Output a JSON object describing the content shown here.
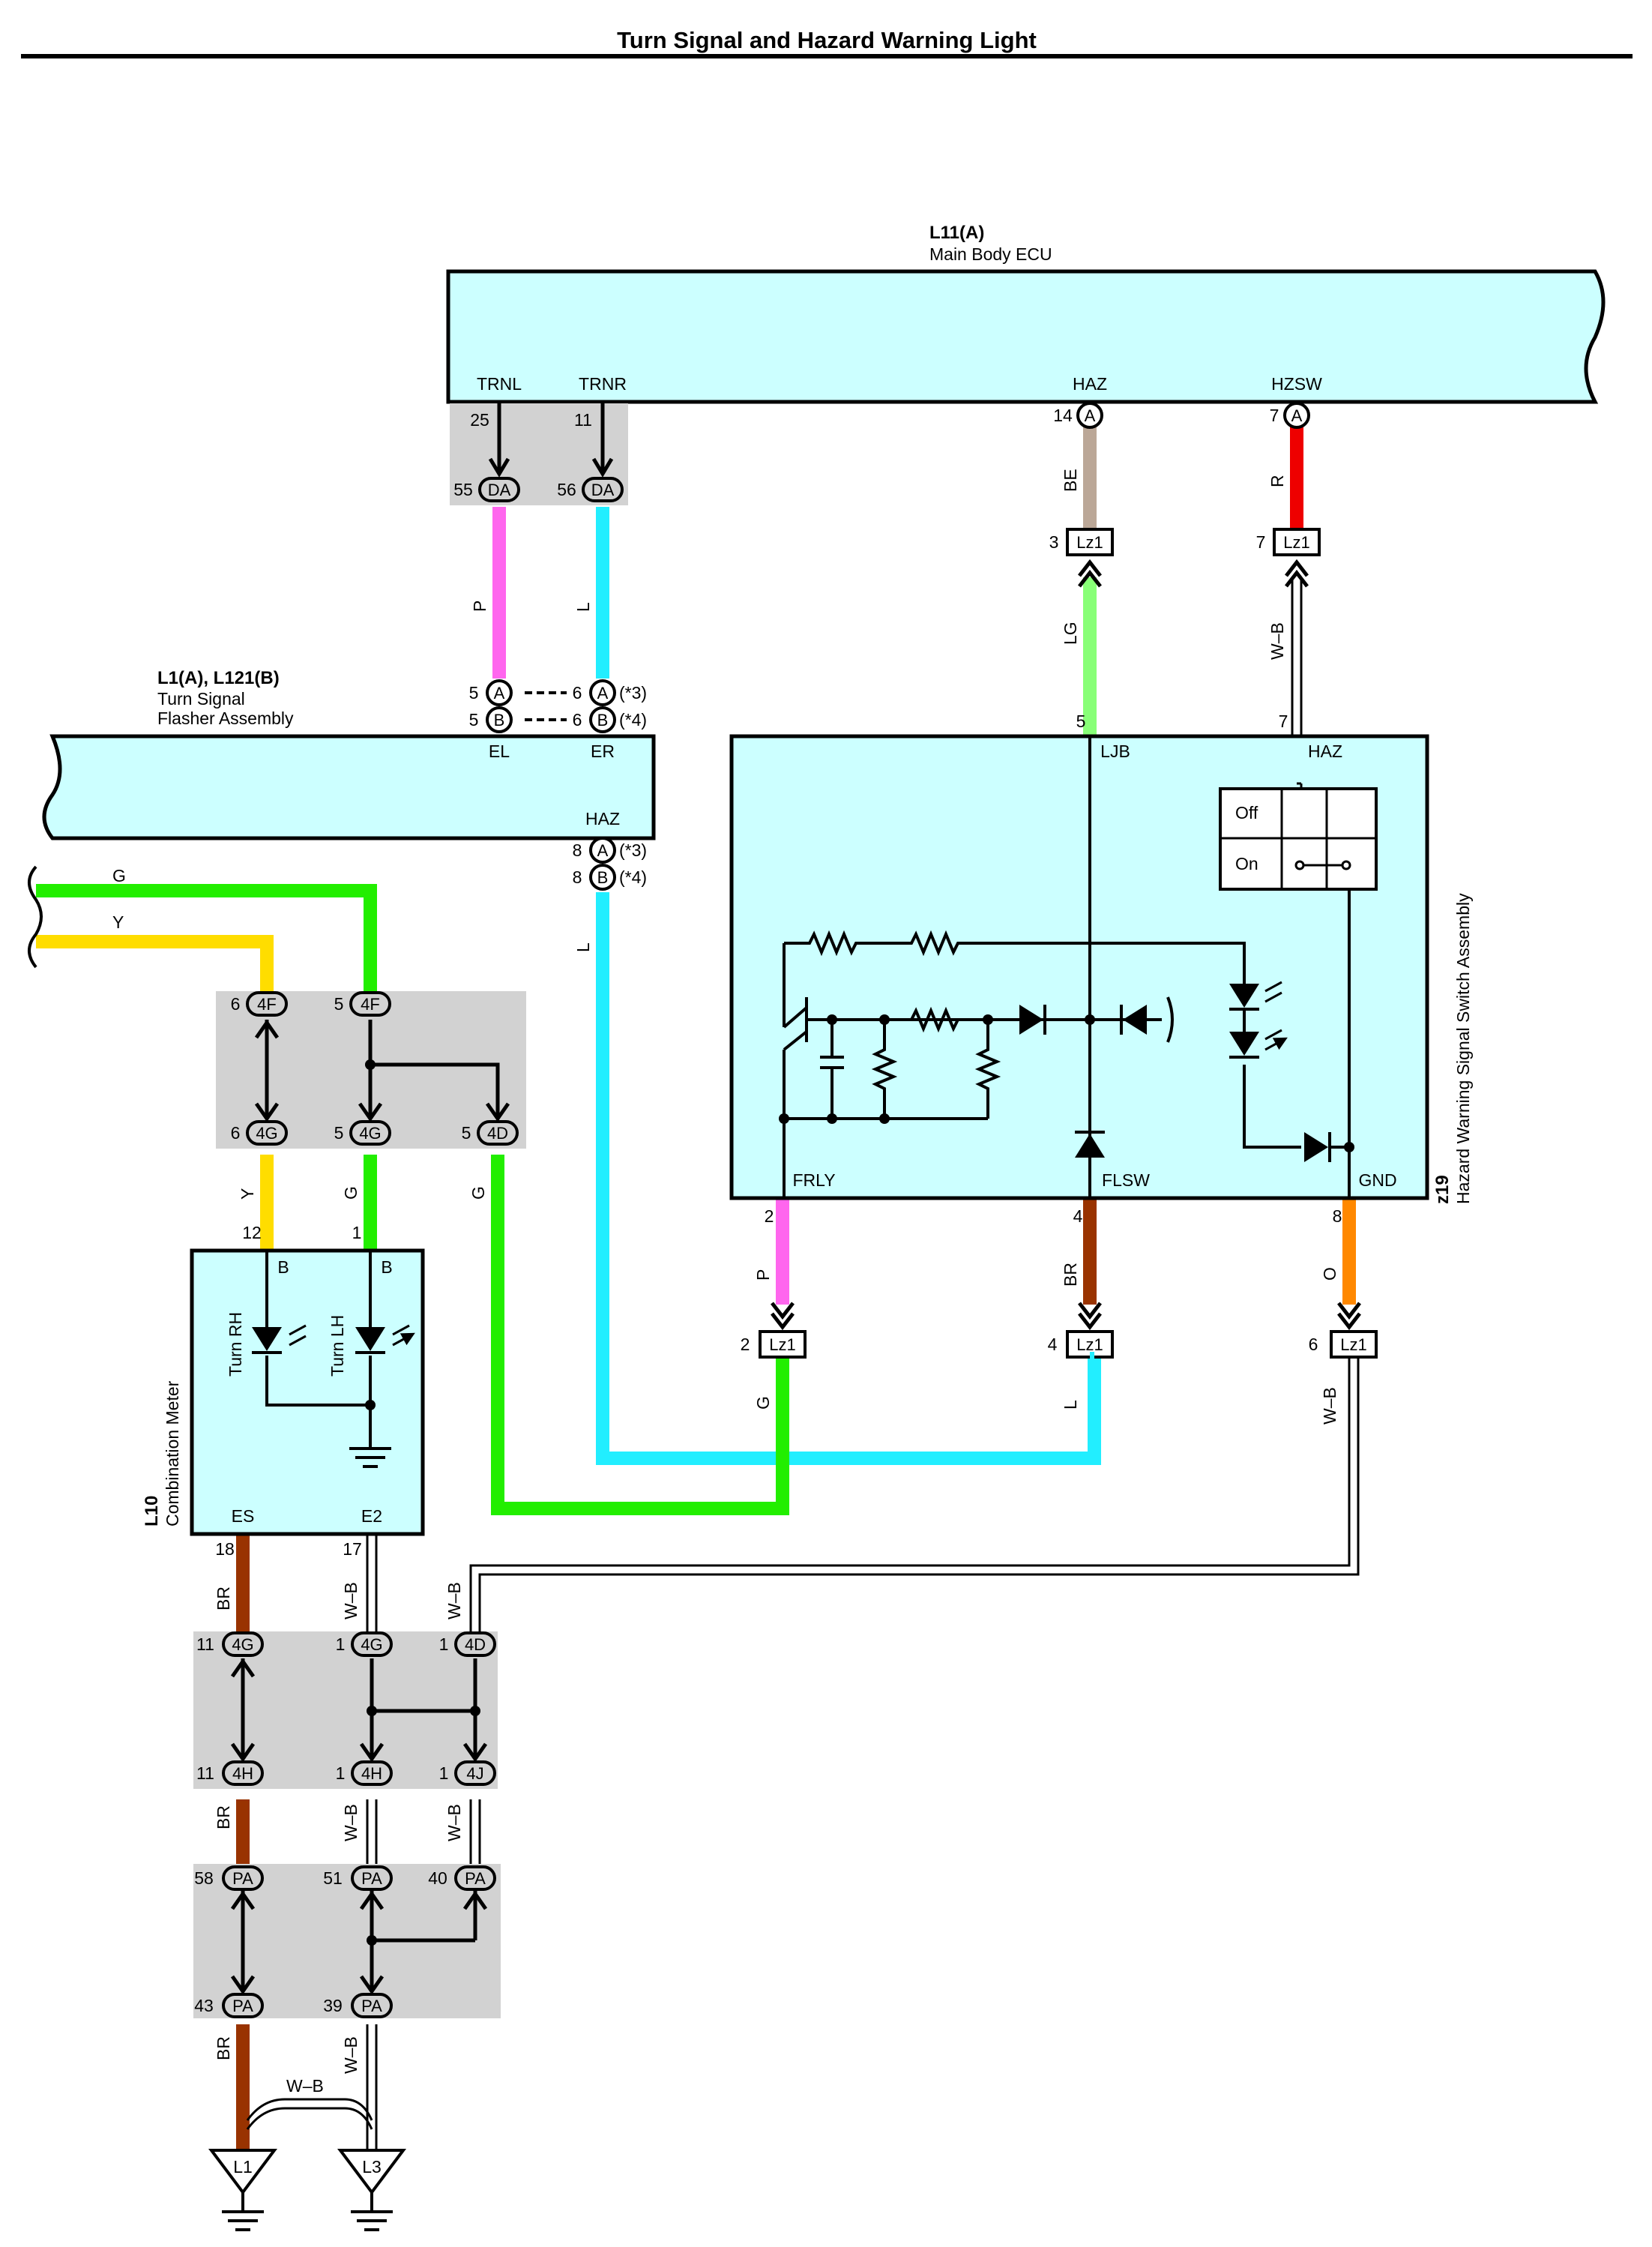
{
  "title": "Turn Signal and Hazard Warning Light",
  "colors": {
    "ecu_fill": "#ccffff",
    "junction_fill": "#d2d2d2",
    "P": "#ff66ee",
    "L": "#22eeff",
    "BE": "#bba797",
    "R": "#ee0000",
    "LG": "#88ff77",
    "G": "#22ee00",
    "Y": "#ffdd00",
    "BR": "#993300",
    "O": "#ff8800",
    "W-B": "#ffffff"
  },
  "components": {
    "main_ecu": {
      "code": "L11(A)",
      "name": "Main Body ECU",
      "terminals": [
        "TRNL",
        "TRNR",
        "HAZ",
        "HZSW"
      ],
      "pins": [
        "25",
        "11",
        "14",
        "7"
      ],
      "pin_letters": [
        "A",
        "A"
      ]
    },
    "flasher": {
      "code": "L1(A), L121(B)",
      "name_line1": "Turn Signal",
      "name_line2": "Flasher Assembly",
      "terminals": [
        "EL",
        "ER",
        "HAZ"
      ],
      "pins_top_left": [
        "5",
        "5"
      ],
      "pins_top_right": [
        "6",
        "6"
      ],
      "pins_haz": [
        "8",
        "8"
      ],
      "letters": [
        "A",
        "B"
      ],
      "notes": [
        "(*3)",
        "(*4)"
      ]
    },
    "hazard_switch": {
      "code": "z19",
      "name": "Hazard Warning Signal Switch Assembly",
      "terminals": [
        "LJB",
        "HAZ",
        "FRLY",
        "FLSW",
        "GND"
      ],
      "pins": [
        "5",
        "7",
        "2",
        "4",
        "8"
      ],
      "switch_off": "Off",
      "switch_on": "On"
    },
    "combination_meter": {
      "code": "L10",
      "name": "Combination Meter",
      "terminals_top": [
        "B",
        "B"
      ],
      "terminals_bottom": [
        "ES",
        "E2"
      ],
      "pins_top": [
        "12",
        "1"
      ],
      "pins_bottom": [
        "18",
        "17"
      ],
      "lamps": [
        "Turn RH",
        "Turn LH"
      ]
    }
  },
  "connectors": {
    "DA": [
      {
        "pin": "55",
        "code": "DA"
      },
      {
        "pin": "56",
        "code": "DA"
      }
    ],
    "Lz1_top": [
      {
        "pin": "3",
        "code": "Lz1"
      },
      {
        "pin": "7",
        "code": "Lz1"
      }
    ],
    "Lz1_bottom": [
      {
        "pin": "2",
        "code": "Lz1"
      },
      {
        "pin": "4",
        "code": "Lz1"
      },
      {
        "pin": "6",
        "code": "Lz1"
      }
    ],
    "row_4F": [
      {
        "pin": "6",
        "code": "4F"
      },
      {
        "pin": "5",
        "code": "4F"
      }
    ],
    "row_4G": [
      {
        "pin": "6",
        "code": "4G"
      },
      {
        "pin": "5",
        "code": "4G"
      },
      {
        "pin": "5",
        "code": "4D"
      }
    ],
    "row_4G_lower": [
      {
        "pin": "11",
        "code": "4G"
      },
      {
        "pin": "1",
        "code": "4G"
      },
      {
        "pin": "1",
        "code": "4D"
      }
    ],
    "row_4H": [
      {
        "pin": "11",
        "code": "4H"
      },
      {
        "pin": "1",
        "code": "4H"
      },
      {
        "pin": "1",
        "code": "4J"
      }
    ],
    "row_PA_top": [
      {
        "pin": "58",
        "code": "PA"
      },
      {
        "pin": "51",
        "code": "PA"
      },
      {
        "pin": "40",
        "code": "PA"
      }
    ],
    "row_PA_bottom": [
      {
        "pin": "43",
        "code": "PA"
      },
      {
        "pin": "39",
        "code": "PA"
      }
    ]
  },
  "wire_labels": {
    "P": "P",
    "L": "L",
    "BE": "BE",
    "R": "R",
    "LG": "LG",
    "WB": "W–B",
    "G": "G",
    "Y": "Y",
    "BR": "BR",
    "O": "O"
  },
  "grounds": [
    "L1",
    "L3"
  ]
}
